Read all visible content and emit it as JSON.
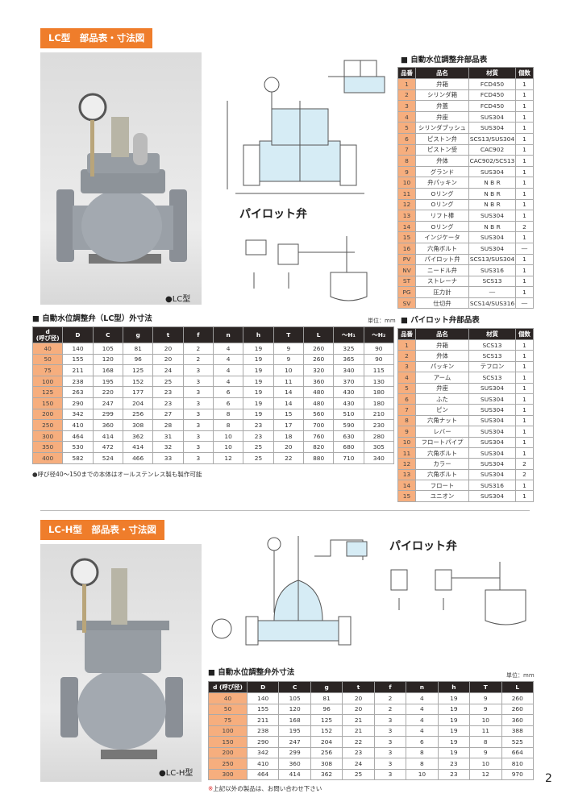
{
  "section1": {
    "header": "LC型　部品表・寸法図",
    "photo_label": "●LC型",
    "pilot_title": "パイロット弁"
  },
  "parts_table": {
    "title": "■ 自動水位調整弁部品表",
    "headers": [
      "品番",
      "品名",
      "材質",
      "個数"
    ],
    "rows": [
      [
        "1",
        "弁箱",
        "FCD450",
        "1"
      ],
      [
        "2",
        "シリンダ箱",
        "FCD450",
        "1"
      ],
      [
        "3",
        "弁蓋",
        "FCD450",
        "1"
      ],
      [
        "4",
        "弁座",
        "SUS304",
        "1"
      ],
      [
        "5",
        "シリンダブッシュ",
        "SUS304",
        "1"
      ],
      [
        "6",
        "ピストン弁",
        "SCS13/SUS304",
        "1"
      ],
      [
        "7",
        "ピストン受",
        "CAC902",
        "1"
      ],
      [
        "8",
        "弁体",
        "CAC902/SCS13",
        "1"
      ],
      [
        "9",
        "グランド",
        "SUS304",
        "1"
      ],
      [
        "10",
        "弁パッキン",
        "N B R",
        "1"
      ],
      [
        "11",
        "Oリング",
        "N B R",
        "1"
      ],
      [
        "12",
        "Oリング",
        "N B R",
        "1"
      ],
      [
        "13",
        "リフト棒",
        "SUS304",
        "1"
      ],
      [
        "14",
        "Oリング",
        "N B R",
        "2"
      ],
      [
        "15",
        "インジケータ",
        "SUS304",
        "1"
      ],
      [
        "16",
        "六角ボルト",
        "SUS304",
        "―"
      ],
      [
        "PV",
        "パイロット弁",
        "SCS13/SUS304",
        "1"
      ],
      [
        "NV",
        "ニードル弁",
        "SUS316",
        "1"
      ],
      [
        "ST",
        "ストレーナ",
        "SCS13",
        "1"
      ],
      [
        "PG",
        "圧力計",
        "―",
        "1"
      ],
      [
        "SV",
        "仕切弁",
        "SCS14/SUS316",
        "―"
      ]
    ]
  },
  "lc_dims": {
    "title": "■ 自動水位調整弁（LC型）外寸法",
    "unit": "単位：mm",
    "headers": [
      "d\n(呼び径)",
      "D",
      "C",
      "g",
      "t",
      "f",
      "n",
      "h",
      "T",
      "L",
      "～H₁",
      "～H₂"
    ],
    "rows": [
      [
        "40",
        "140",
        "105",
        "81",
        "20",
        "2",
        "4",
        "19",
        "9",
        "260",
        "325",
        "90"
      ],
      [
        "50",
        "155",
        "120",
        "96",
        "20",
        "2",
        "4",
        "19",
        "9",
        "260",
        "365",
        "90"
      ],
      [
        "75",
        "211",
        "168",
        "125",
        "24",
        "3",
        "4",
        "19",
        "10",
        "320",
        "340",
        "115"
      ],
      [
        "100",
        "238",
        "195",
        "152",
        "25",
        "3",
        "4",
        "19",
        "11",
        "360",
        "370",
        "130"
      ],
      [
        "125",
        "263",
        "220",
        "177",
        "23",
        "3",
        "6",
        "19",
        "14",
        "480",
        "430",
        "180"
      ],
      [
        "150",
        "290",
        "247",
        "204",
        "23",
        "3",
        "6",
        "19",
        "14",
        "480",
        "430",
        "180"
      ],
      [
        "200",
        "342",
        "299",
        "256",
        "27",
        "3",
        "8",
        "19",
        "15",
        "560",
        "510",
        "210"
      ],
      [
        "250",
        "410",
        "360",
        "308",
        "28",
        "3",
        "8",
        "23",
        "17",
        "700",
        "590",
        "230"
      ],
      [
        "300",
        "464",
        "414",
        "362",
        "31",
        "3",
        "10",
        "23",
        "18",
        "760",
        "630",
        "280"
      ],
      [
        "350",
        "530",
        "472",
        "414",
        "32",
        "3",
        "10",
        "25",
        "20",
        "820",
        "680",
        "305"
      ],
      [
        "400",
        "582",
        "524",
        "466",
        "33",
        "3",
        "12",
        "25",
        "22",
        "880",
        "710",
        "340"
      ]
    ],
    "note": "●呼び径40～150までの本体はオールステンレス製も製作可能"
  },
  "pilot_parts": {
    "title": "■ パイロット弁部品表",
    "headers": [
      "品番",
      "品名",
      "材質",
      "個数"
    ],
    "rows": [
      [
        "1",
        "弁箱",
        "SCS13",
        "1"
      ],
      [
        "2",
        "弁体",
        "SCS13",
        "1"
      ],
      [
        "3",
        "パッキン",
        "テフロン",
        "1"
      ],
      [
        "4",
        "アーム",
        "SCS13",
        "1"
      ],
      [
        "5",
        "弁座",
        "SUS304",
        "1"
      ],
      [
        "6",
        "ふた",
        "SUS304",
        "1"
      ],
      [
        "7",
        "ピン",
        "SUS304",
        "1"
      ],
      [
        "8",
        "六角ナット",
        "SUS304",
        "1"
      ],
      [
        "9",
        "レバー",
        "SUS304",
        "1"
      ],
      [
        "10",
        "フロートパイプ",
        "SUS304",
        "1"
      ],
      [
        "11",
        "六角ボルト",
        "SUS304",
        "1"
      ],
      [
        "12",
        "カラー",
        "SUS304",
        "2"
      ],
      [
        "13",
        "六角ボルト",
        "SUS304",
        "2"
      ],
      [
        "14",
        "フロート",
        "SUS316",
        "1"
      ],
      [
        "15",
        "ユニオン",
        "SUS304",
        "1"
      ]
    ]
  },
  "section2": {
    "header": "LC-H型　部品表・寸法図",
    "photo_label": "●LC-H型",
    "pilot_title": "パイロット弁"
  },
  "lch_dims": {
    "title": "■ 自動水位調整弁外寸法",
    "unit": "単位：mm",
    "headers": [
      "d (呼び径)",
      "D",
      "C",
      "g",
      "t",
      "f",
      "n",
      "h",
      "T",
      "L"
    ],
    "rows": [
      [
        "40",
        "140",
        "105",
        "81",
        "20",
        "2",
        "4",
        "19",
        "9",
        "260"
      ],
      [
        "50",
        "155",
        "120",
        "96",
        "20",
        "2",
        "4",
        "19",
        "9",
        "260"
      ],
      [
        "75",
        "211",
        "168",
        "125",
        "21",
        "3",
        "4",
        "19",
        "10",
        "360"
      ],
      [
        "100",
        "238",
        "195",
        "152",
        "21",
        "3",
        "4",
        "19",
        "11",
        "388"
      ],
      [
        "150",
        "290",
        "247",
        "204",
        "22",
        "3",
        "6",
        "19",
        "8",
        "525"
      ],
      [
        "200",
        "342",
        "299",
        "256",
        "23",
        "3",
        "8",
        "19",
        "9",
        "664"
      ],
      [
        "250",
        "410",
        "360",
        "308",
        "24",
        "3",
        "8",
        "23",
        "10",
        "810"
      ],
      [
        "300",
        "464",
        "414",
        "362",
        "25",
        "3",
        "10",
        "23",
        "12",
        "970"
      ]
    ],
    "note_mark": "※",
    "note": "上記以外の製品は、お問い合わせ下さい"
  },
  "page_number": "2"
}
